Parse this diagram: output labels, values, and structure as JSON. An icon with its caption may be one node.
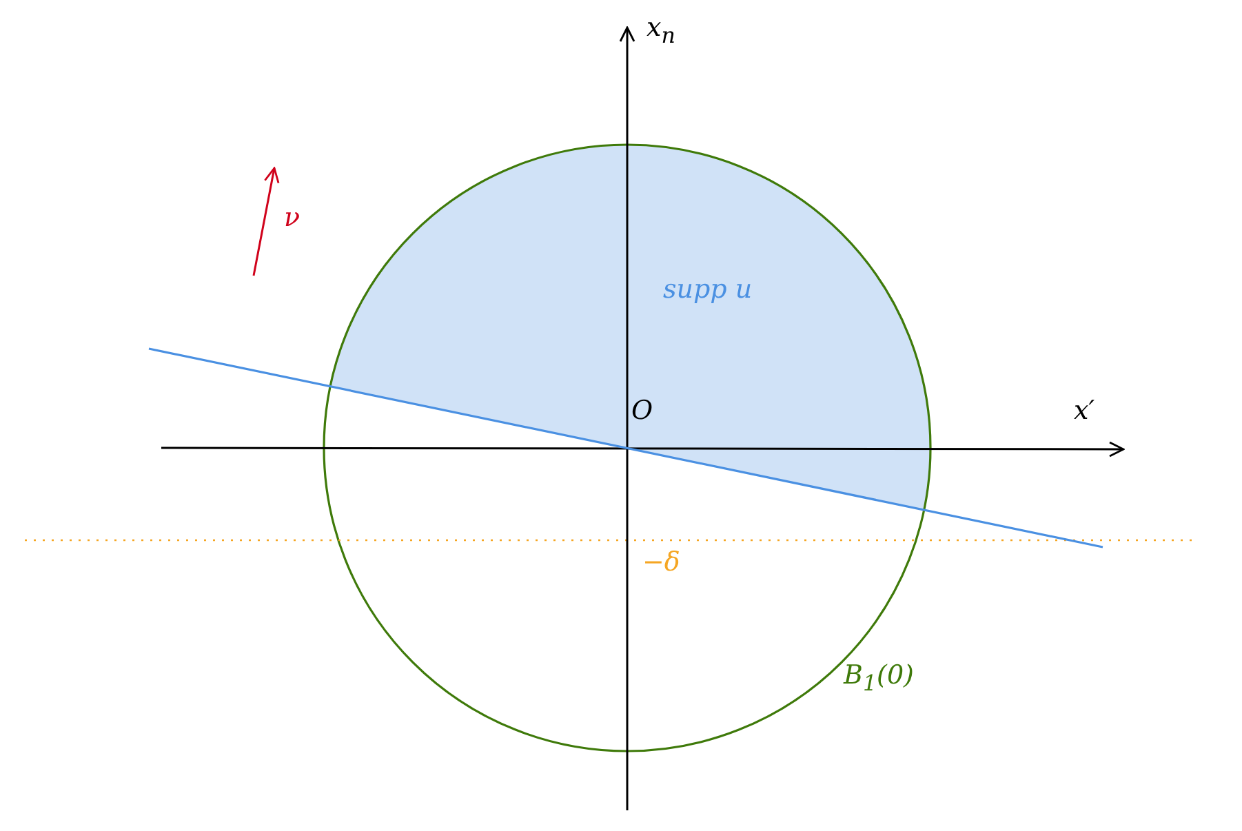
{
  "diagram": {
    "labels": [
      "x$_{n}$",
      "ν",
      "supp u",
      "O",
      "x′",
      "−δ",
      "B$_{1}$(0)"
    ]
  }
}
